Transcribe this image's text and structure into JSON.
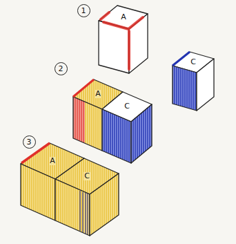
{
  "diagram": {
    "nodes": [
      {
        "text": [
          "1"
        ]
      },
      {
        "text": [
          "2"
        ]
      },
      {
        "text": [
          "3"
        ]
      }
    ],
    "labels": [
      "A",
      "C",
      "A",
      "C",
      "A",
      "C"
    ]
  }
}
